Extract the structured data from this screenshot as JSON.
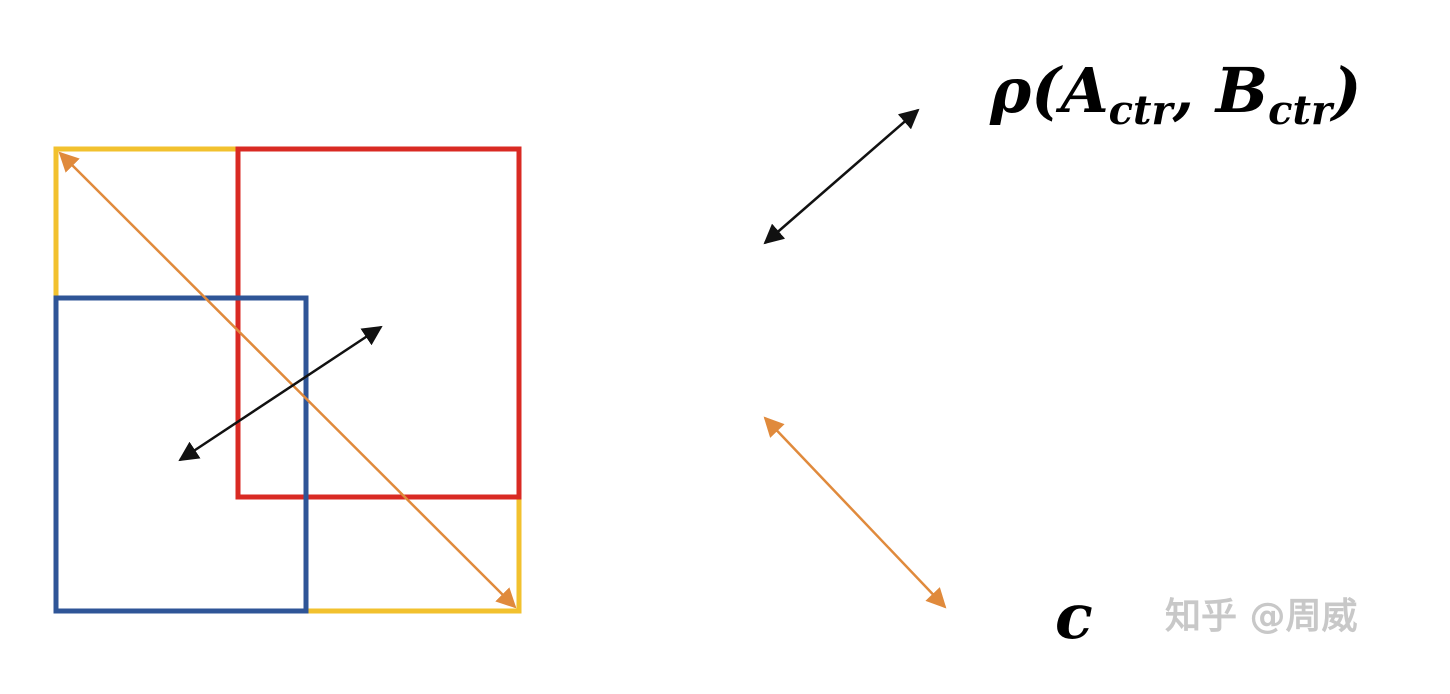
{
  "labels": {
    "rho_main": "ρ(A",
    "rho_sub1": "ctr",
    "rho_comma": ", B",
    "rho_sub2": "ctr",
    "rho_close": ")",
    "c": "c",
    "watermark": "知乎 @周威"
  },
  "colors": {
    "enclosing_box": "#f2c12e",
    "box_a": "#d92a23",
    "box_b": "#2f5597",
    "center_distance_arrow": "#111111",
    "diagonal_arrow": "#e08a3c"
  }
}
